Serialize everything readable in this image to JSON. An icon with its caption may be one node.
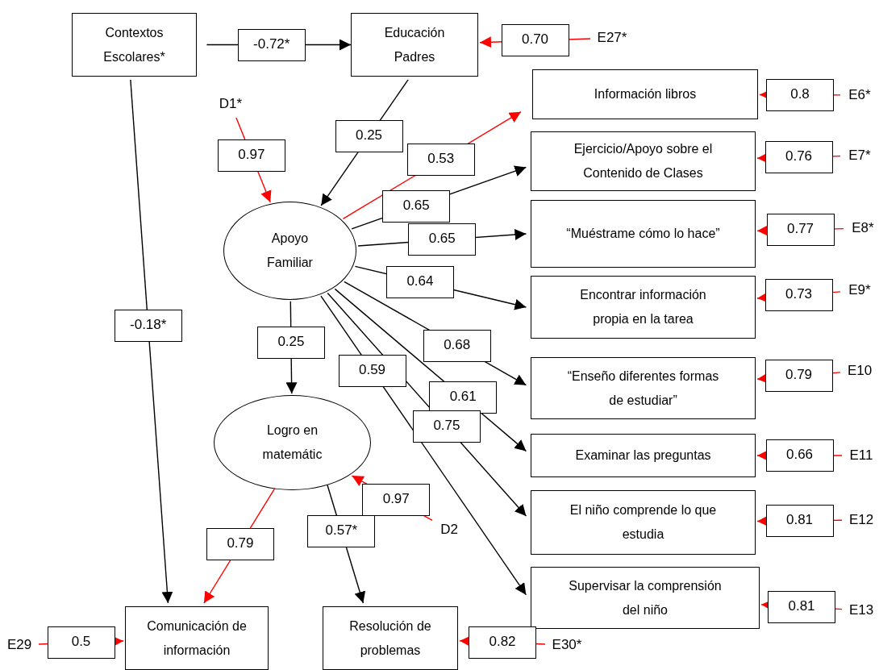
{
  "diagram": {
    "nodes": [
      {
        "text": [
          "Contextos Escolares*"
        ]
      },
      {
        "text": [
          "Educación Padres"
        ]
      },
      {
        "text": [
          "E27*"
        ]
      },
      {
        "text": [
          "Información libros"
        ]
      },
      {
        "text": [
          "E6*"
        ]
      },
      {
        "text": [
          "Ejercicio/Apoyo sobre el Contenido de Clases"
        ]
      },
      {
        "text": [
          "E7*"
        ]
      },
      {
        "text": [
          "D1*"
        ]
      },
      {
        "text": [
          "Apoyo Familiar"
        ]
      },
      {
        "text": [
          "“Muéstrame cómo lo hace”"
        ]
      },
      {
        "text": [
          "E8*"
        ]
      },
      {
        "text": [
          "Encontrar información propia en la tarea"
        ]
      },
      {
        "text": [
          "E9*"
        ]
      },
      {
        "text": [
          "“Enseño diferentes formas de estudiar”"
        ]
      },
      {
        "text": [
          "E10"
        ]
      },
      {
        "text": [
          "Logro en matemátic"
        ]
      },
      {
        "text": [
          "Examinar las preguntas"
        ]
      },
      {
        "text": [
          "E11"
        ]
      },
      {
        "text": [
          "El niño comprende lo que estudia"
        ]
      },
      {
        "text": [
          "E12"
        ]
      },
      {
        "text": [
          "D2"
        ]
      },
      {
        "text": [
          "Supervisar la comprensión del niño"
        ]
      },
      {
        "text": [
          "E13"
        ]
      },
      {
        "text": [
          "E29"
        ]
      },
      {
        "text": [
          "Comunicación de información"
        ]
      },
      {
        "text": [
          "Resolución de problemas"
        ]
      },
      {
        "text": [
          "E30*"
        ]
      }
    ],
    "edges": [
      {
        "from": 0,
        "to": 1,
        "arrow": "to",
        "label": "-0.72*",
        "color": "#000000"
      },
      {
        "from": 2,
        "to": 1,
        "arrow": "to",
        "label": "0.70"
      },
      {
        "from": 1,
        "to": 8,
        "arrow": "to",
        "label": "0.25",
        "color": "#000000"
      },
      {
        "from": 7,
        "to": 8,
        "arrow": "to",
        "label": "0.97"
      },
      {
        "from": 0,
        "to": 24,
        "arrow": "to",
        "label": "-0.18*",
        "color": "#000000"
      },
      {
        "from": 8,
        "to": 3,
        "arrow": "to",
        "label": "0.53"
      },
      {
        "from": 8,
        "to": 5,
        "arrow": "to",
        "label": "0.65",
        "color": "#000000"
      },
      {
        "from": 8,
        "to": 9,
        "arrow": "to",
        "label": "0.65",
        "color": "#000000"
      },
      {
        "from": 8,
        "to": 11,
        "arrow": "to",
        "label": "0.64",
        "color": "#000000"
      },
      {
        "from": 8,
        "to": 13,
        "arrow": "to",
        "label": "0.68",
        "color": "#000000"
      },
      {
        "from": 8,
        "to": 16,
        "arrow": "to",
        "label": "0.61",
        "color": "#000000"
      },
      {
        "from": 8,
        "to": 18,
        "arrow": "to",
        "label": "0.75",
        "color": "#000000"
      },
      {
        "from": 8,
        "to": 21,
        "arrow": "to",
        "label": "0.59",
        "color": "#000000"
      },
      {
        "from": 8,
        "to": 15,
        "arrow": "to",
        "label": "0.25",
        "color": "#000000"
      },
      {
        "from": 4,
        "to": 3,
        "arrow": "to",
        "label": "0.8"
      },
      {
        "from": 6,
        "to": 5,
        "arrow": "to",
        "label": "0.76"
      },
      {
        "from": 10,
        "to": 9,
        "arrow": "to",
        "label": "0.77"
      },
      {
        "from": 12,
        "to": 11,
        "arrow": "to",
        "label": "0.73"
      },
      {
        "from": 14,
        "to": 13,
        "arrow": "to",
        "label": "0.79"
      },
      {
        "from": 17,
        "to": 16,
        "arrow": "to",
        "label": "0.66"
      },
      {
        "from": 19,
        "to": 18,
        "arrow": "to",
        "label": "0.81"
      },
      {
        "from": 22,
        "to": 21,
        "arrow": "to",
        "label": "0.81"
      },
      {
        "from": 20,
        "to": 15,
        "arrow": "to",
        "label": "0.97"
      },
      {
        "from": 15,
        "to": 24,
        "arrow": "to",
        "label": "0.79"
      },
      {
        "from": 15,
        "to": 25,
        "arrow": "to",
        "label": "0.57*",
        "color": "#000000"
      },
      {
        "from": 23,
        "to": 24,
        "arrow": "to",
        "label": "0.5"
      },
      {
        "from": 26,
        "to": 25,
        "arrow": "to",
        "label": "0.82"
      }
    ]
  }
}
